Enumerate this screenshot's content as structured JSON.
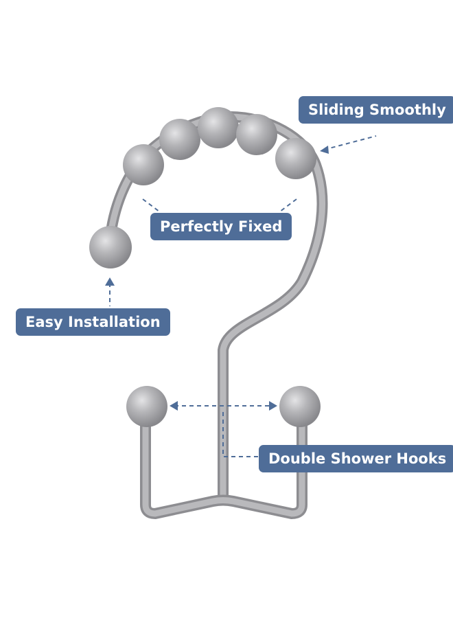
{
  "product": {
    "name_icon": "shower-curtain-roller-hook",
    "metal_color": "#a9a9ab",
    "accent_color": "#4f6d98"
  },
  "callouts": {
    "sliding": "Sliding Smoothly",
    "fixed": "Perfectly Fixed",
    "easy": "Easy Installation",
    "double": "Double Shower Hooks"
  }
}
